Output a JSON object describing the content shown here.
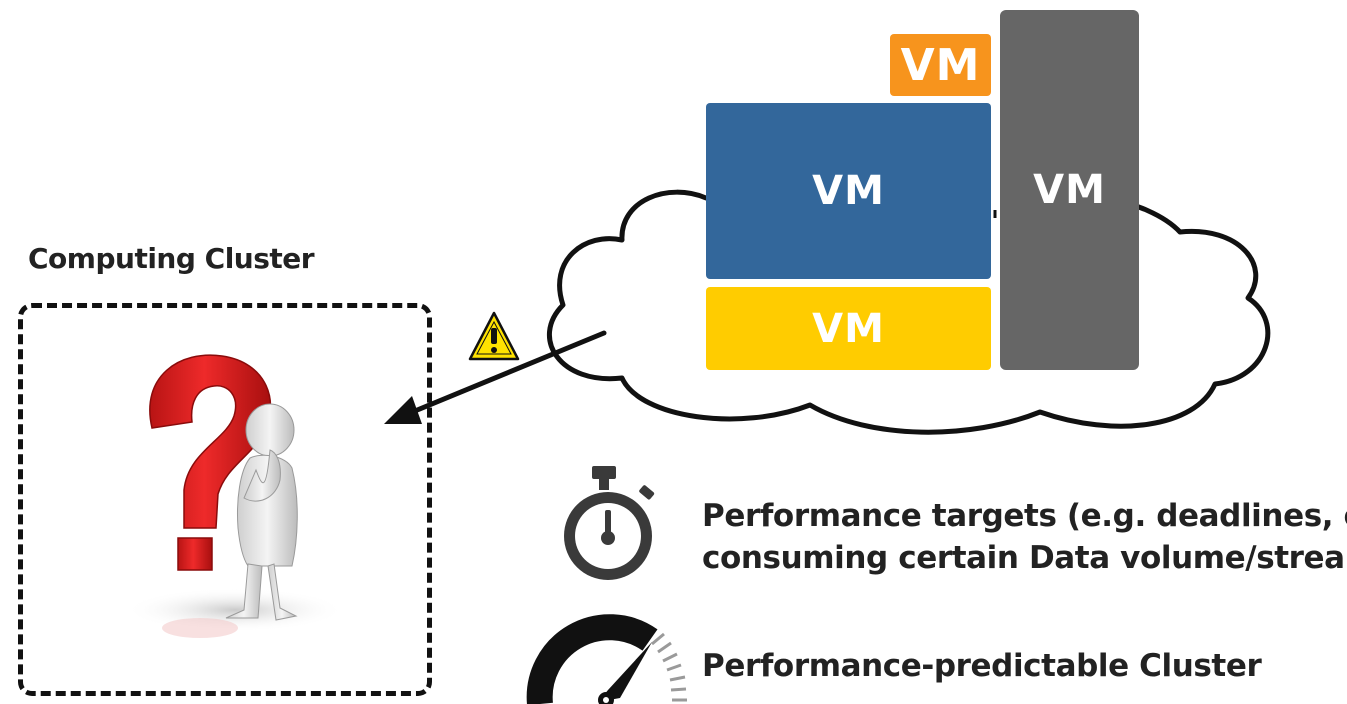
{
  "cluster": {
    "title": "Computing Cluster"
  },
  "vms": {
    "orange": {
      "label": "VM",
      "color": "#F7941D"
    },
    "blue": {
      "label": "VM",
      "color": "#33679B"
    },
    "yellow": {
      "label": "VM",
      "color": "#FFCC00"
    },
    "gray": {
      "label": "VM",
      "color": "#666666"
    }
  },
  "legend": {
    "targets_line1": "Performance targets (e.g. deadlines, or",
    "targets_line2": "consuming certain Data volume/stream)",
    "predictable": "Performance-predictable Cluster"
  },
  "icons": {
    "warning": "warning-icon",
    "stopwatch": "stopwatch-icon",
    "gauge": "speedometer-icon",
    "thinker": "confused-person-icon",
    "question": "question-mark-icon"
  }
}
